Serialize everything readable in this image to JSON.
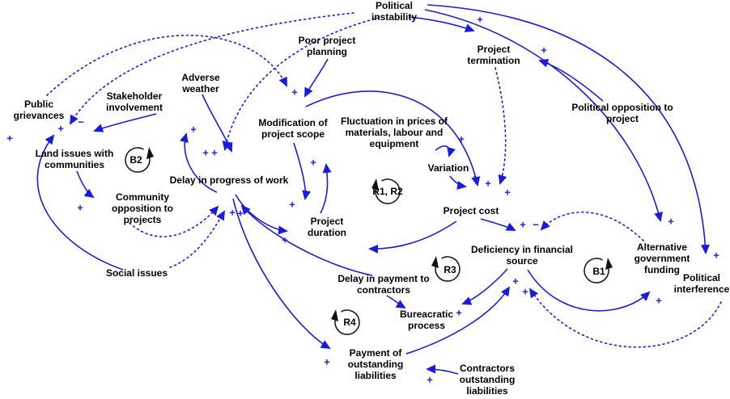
{
  "diagram_type": "causal-loop-diagram",
  "colors": {
    "arrow": "#1b1be0",
    "text": "#000000",
    "loop_marker": "#111111",
    "background": "#ffffff"
  },
  "nodes": [
    {
      "id": "political-instability",
      "label": "Political instability"
    },
    {
      "id": "project-termination",
      "label": "Project termination"
    },
    {
      "id": "poor-project-planning",
      "label": "Poor project planning"
    },
    {
      "id": "political-opposition",
      "label": "Political opposition to project"
    },
    {
      "id": "public-grievances",
      "label": "Public grievances"
    },
    {
      "id": "stakeholder-involvement",
      "label": "Stakeholder involvement"
    },
    {
      "id": "adverse-weather",
      "label": "Adverse weather"
    },
    {
      "id": "modification-scope",
      "label": "Modification of project scope"
    },
    {
      "id": "fluctuation-prices",
      "label": "Fluctuation in prices of materials, labour and equipment"
    },
    {
      "id": "land-issues",
      "label": "Land issues with communities"
    },
    {
      "id": "delay-progress",
      "label": "Delay in progress of work"
    },
    {
      "id": "variation",
      "label": "Variation"
    },
    {
      "id": "community-opposition",
      "label": "Community opposition to projects"
    },
    {
      "id": "project-cost",
      "label": "Project cost"
    },
    {
      "id": "project-duration",
      "label": "Project duration"
    },
    {
      "id": "social-issues",
      "label": "Social issues"
    },
    {
      "id": "deficiency-financial",
      "label": "Deficiency in financial source"
    },
    {
      "id": "alternative-funding",
      "label": "Alternative government funding"
    },
    {
      "id": "political-interference",
      "label": "Political interference"
    },
    {
      "id": "delay-payment",
      "label": "Delay in payment to contractors"
    },
    {
      "id": "bureacratic-process",
      "label": "Bureacratic process"
    },
    {
      "id": "payment-liabilities",
      "label": "Payment of outstanding liabilities"
    },
    {
      "id": "contractors-liabilities",
      "label": "Contractors outstanding liabilities"
    }
  ],
  "loops": [
    {
      "id": "B2",
      "label": "B2"
    },
    {
      "id": "R1R2",
      "label": "R1, R2"
    },
    {
      "id": "R3",
      "label": "R3"
    },
    {
      "id": "R4",
      "label": "R4"
    },
    {
      "id": "B1",
      "label": "B1"
    }
  ],
  "edges": [
    {
      "from": "social-issues",
      "to": "public-grievances",
      "sign": "+",
      "style": "solid"
    },
    {
      "from": "stakeholder-involvement",
      "to": "land-issues",
      "sign": "−",
      "style": "solid"
    },
    {
      "from": "political-instability",
      "to": "land-issues",
      "sign": "+",
      "style": "dashed"
    },
    {
      "from": "public-grievances",
      "to": "modification-scope",
      "sign": "+",
      "style": "dashed"
    },
    {
      "from": "political-instability",
      "to": "delay-progress",
      "sign": "+",
      "style": "dashed"
    },
    {
      "from": "adverse-weather",
      "to": "delay-progress",
      "sign": "+",
      "style": "solid"
    },
    {
      "from": "poor-project-planning",
      "to": "modification-scope",
      "sign": "",
      "style": "solid"
    },
    {
      "from": "delay-progress",
      "to": "stakeholder-involvement",
      "sign": "+",
      "style": "solid"
    },
    {
      "from": "land-issues",
      "to": "community-opposition",
      "sign": "+",
      "style": "solid"
    },
    {
      "from": "community-opposition",
      "to": "delay-progress",
      "sign": "+",
      "style": "dashed"
    },
    {
      "from": "social-issues",
      "to": "delay-progress",
      "sign": "+",
      "style": "dashed"
    },
    {
      "from": "delay-payment",
      "to": "delay-progress",
      "sign": "",
      "style": "solid"
    },
    {
      "from": "delay-progress",
      "to": "project-duration",
      "sign": "+",
      "style": "solid"
    },
    {
      "from": "modification-scope",
      "to": "project-duration",
      "sign": "+",
      "style": "solid"
    },
    {
      "from": "project-duration",
      "to": "fluctuation-prices",
      "sign": "+",
      "style": "solid"
    },
    {
      "from": "modification-scope",
      "to": "project-cost",
      "sign": "+",
      "style": "solid"
    },
    {
      "from": "variation",
      "to": "project-cost",
      "sign": "+",
      "style": "solid"
    },
    {
      "from": "project-termination",
      "to": "project-cost",
      "sign": "+",
      "style": "dashed"
    },
    {
      "from": "fluctuation-prices",
      "to": "variation",
      "sign": "+",
      "style": "solid"
    },
    {
      "from": "political-instability",
      "to": "project-termination",
      "sign": "+",
      "style": "solid"
    },
    {
      "from": "political-opposition",
      "to": "project-termination",
      "sign": "+",
      "style": "solid"
    },
    {
      "from": "political-instability",
      "to": "alternative-funding",
      "sign": "+",
      "style": "solid"
    },
    {
      "from": "political-instability",
      "to": "political-interference",
      "sign": "+",
      "style": "solid"
    },
    {
      "from": "project-cost",
      "to": "deficiency-financial",
      "sign": "+",
      "style": "solid"
    },
    {
      "from": "alternative-funding",
      "to": "deficiency-financial",
      "sign": "−",
      "style": "dashed"
    },
    {
      "from": "deficiency-financial",
      "to": "alternative-funding",
      "sign": "+",
      "style": "solid"
    },
    {
      "from": "political-interference",
      "to": "deficiency-financial",
      "sign": "+",
      "style": "dashed"
    },
    {
      "from": "payment-liabilities",
      "to": "deficiency-financial",
      "sign": "+",
      "style": "solid"
    },
    {
      "from": "deficiency-financial",
      "to": "delay-payment",
      "sign": "+",
      "style": "solid"
    },
    {
      "from": "delay-payment",
      "to": "bureacratic-process",
      "sign": "",
      "style": "solid"
    },
    {
      "from": "delay-progress",
      "to": "payment-liabilities",
      "sign": "+",
      "style": "solid"
    },
    {
      "from": "contractors-liabilities",
      "to": "payment-liabilities",
      "sign": "+",
      "style": "solid"
    },
    {
      "from": "project-cost",
      "to": "delay-payment",
      "sign": "",
      "style": "solid"
    }
  ]
}
